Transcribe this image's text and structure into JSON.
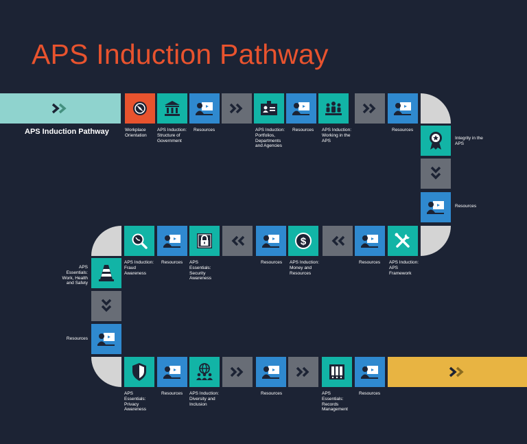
{
  "title": "APS Induction Pathway",
  "pathway_name": "APS Induction Pathway",
  "colors": {
    "background": "#1c2334",
    "title": "#e8532e",
    "teal": "#12b4a6",
    "blue": "#2f89cf",
    "grey": "#686d76",
    "orange": "#e8532e",
    "corner": "#d4d4d4",
    "start_bar": "#8fd3ce",
    "end_bar": "#e8b442"
  },
  "labels": {
    "workplace_orientation": "Workplace Orientation",
    "structure_of_government": "APS Induction: Structure of Government",
    "resources_1": "Resources",
    "portfolios": "APS Induction: Portfolios, Departments and Agencies",
    "resources_2": "Resources",
    "working_in_aps": "APS Induction: Working in the APS",
    "resources_3": "Resources",
    "integrity": "Integrity in the APS",
    "resources_4": "Resources",
    "aps_framework": "APS Induction: APS Framework",
    "resources_5": "Resources",
    "money_resources": "APS Induction: Money and Resources",
    "resources_6": "Resources",
    "security_awareness": "APS Essentials: Security Awareness",
    "resources_7": "Resources",
    "fraud_awareness": "APS Induction: Fraud Awareness",
    "work_health_safety": "APS Essentials: Work, Health and Safety",
    "resources_8": "Resources",
    "privacy_awareness": "APS Essentials: Privacy Awareness",
    "resources_9": "Resources",
    "diversity_inclusion": "APS Induction: Diversity and Inclusion",
    "resources_10": "Resources",
    "records_management": "APS Essentials: Records Management",
    "resources_11": "Resources"
  },
  "icons": {
    "workplace_orientation": "compass-icon",
    "structure_of_government": "government-building-icon",
    "resources": "presentation-screen-icon",
    "portfolios": "id-card-icon",
    "working_in_aps": "team-icon",
    "integrity": "award-ribbon-icon",
    "aps_framework": "tools-icon",
    "money_resources": "dollar-icon",
    "security_awareness": "padlock-icon",
    "fraud_awareness": "magnifier-icon",
    "work_health_safety": "traffic-cone-icon",
    "privacy_awareness": "shield-icon",
    "diversity_inclusion": "diversity-globe-icon",
    "records_management": "binders-icon",
    "arrow_right": "double-chevron-right-icon",
    "arrow_left": "double-chevron-left-icon",
    "arrow_down": "double-chevron-down-icon"
  }
}
